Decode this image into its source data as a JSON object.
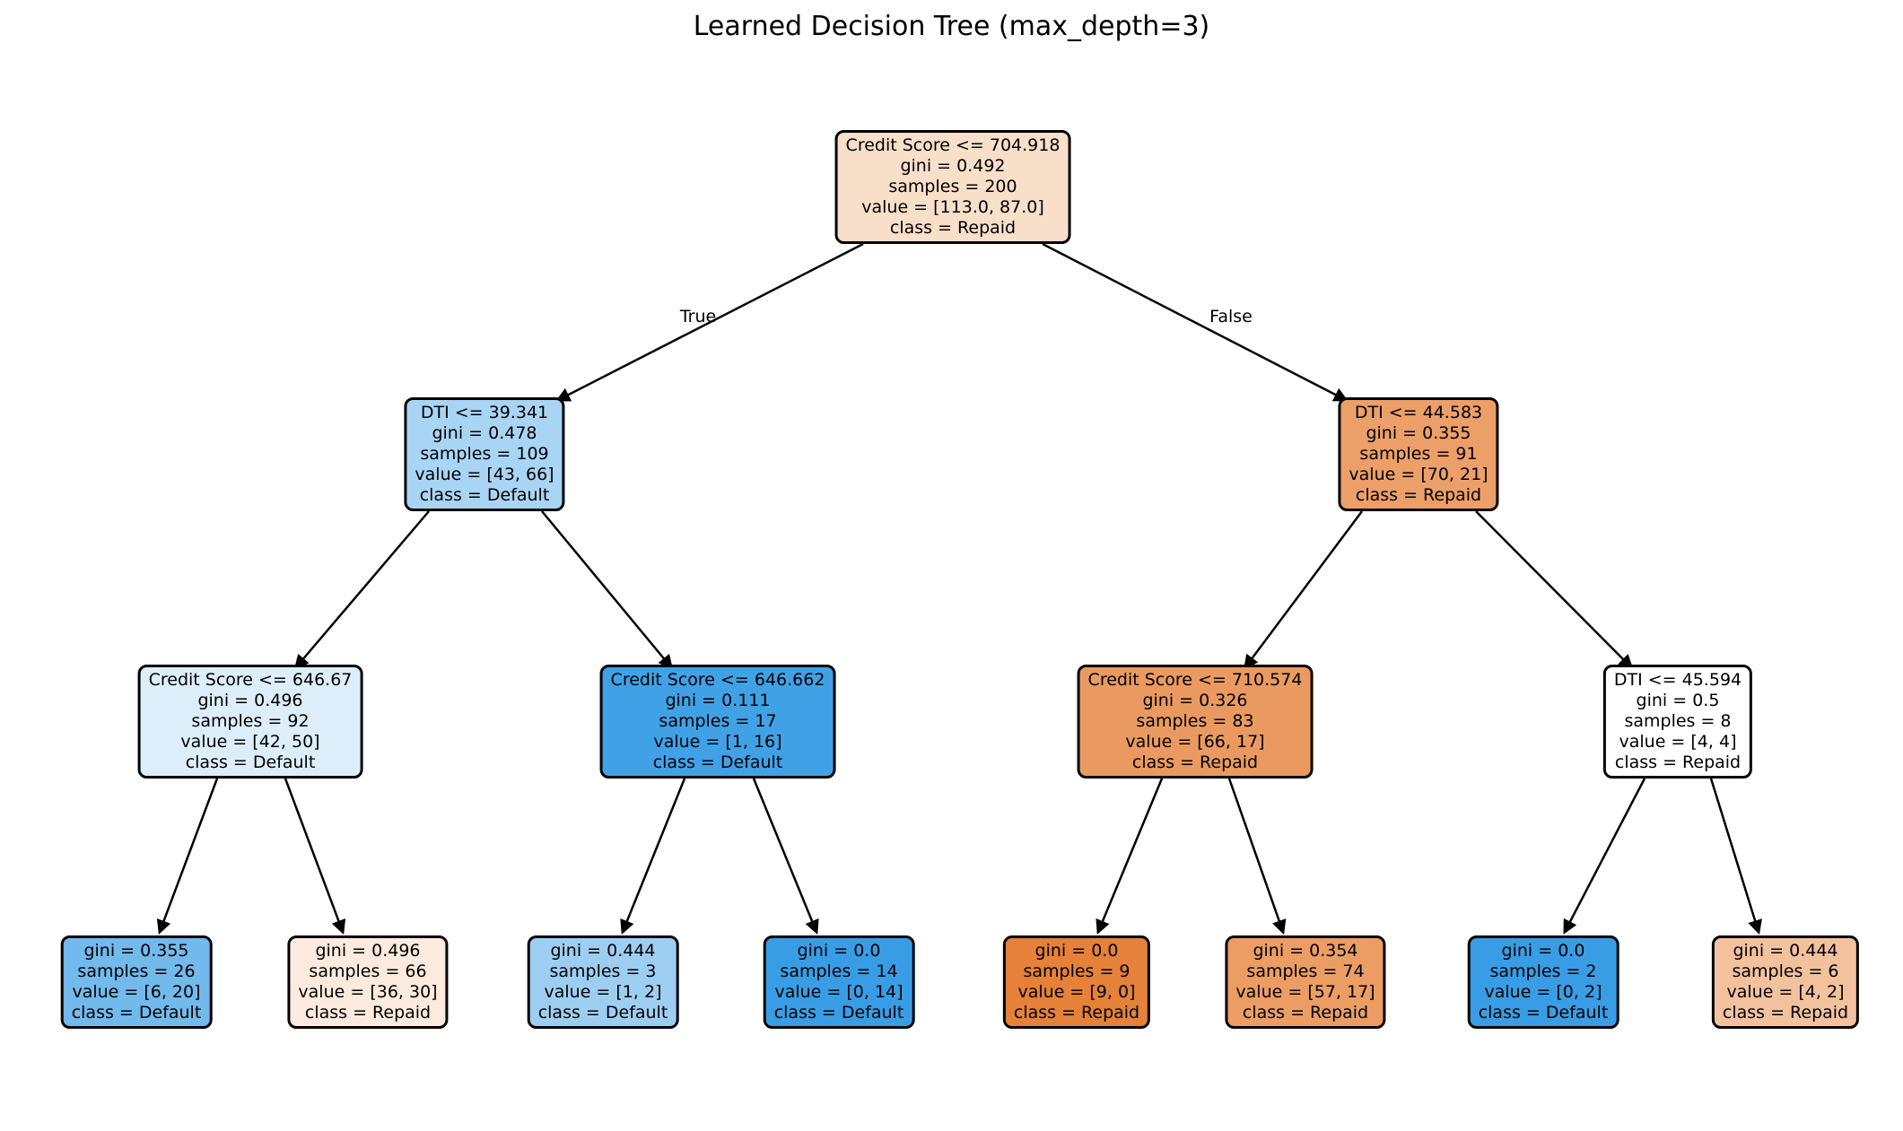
{
  "title": "Learned Decision Tree (max_depth=3)",
  "edge_labels": {
    "true": "True",
    "false": "False"
  },
  "colors": {
    "class_repaid_full": "#e58139",
    "class_default_full": "#399de5",
    "edge_stroke": "#000000",
    "node_border": "#000000"
  },
  "nodes": {
    "root": {
      "condition": "Credit Score <= 704.918",
      "gini": "gini = 0.492",
      "samples": "samples = 200",
      "value": "value = [113.0, 87.0]",
      "class": "class = Repaid",
      "fill": "#f8dfca"
    },
    "dti39": {
      "condition": "DTI <= 39.341",
      "gini": "gini = 0.478",
      "samples": "samples = 109",
      "value": "value = [43, 66]",
      "class": "class = Default",
      "fill": "#a9d5f4"
    },
    "dti44": {
      "condition": "DTI <= 44.583",
      "gini": "gini = 0.355",
      "samples": "samples = 91",
      "value": "value = [70, 21]",
      "class": "class = Repaid",
      "fill": "#ec9f68"
    },
    "cs64667": {
      "condition": "Credit Score <= 646.67",
      "gini": "gini = 0.496",
      "samples": "samples = 92",
      "value": "value = [42, 50]",
      "class": "class = Default",
      "fill": "#ddeefb"
    },
    "cs646662": {
      "condition": "Credit Score <= 646.662",
      "gini": "gini = 0.111",
      "samples": "samples = 17",
      "value": "value = [1, 16]",
      "class": "class = Default",
      "fill": "#41a1e6"
    },
    "cs710": {
      "condition": "Credit Score <= 710.574",
      "gini": "gini = 0.326",
      "samples": "samples = 83",
      "value": "value = [66, 17]",
      "class": "class = Repaid",
      "fill": "#ea9a60"
    },
    "dti45": {
      "condition": "DTI <= 45.594",
      "gini": "gini = 0.5",
      "samples": "samples = 8",
      "value": "value = [4, 4]",
      "class": "class = Repaid",
      "fill": "#ffffff"
    },
    "l1": {
      "gini": "gini = 0.355",
      "samples": "samples = 26",
      "value": "value = [6, 20]",
      "class": "class = Default",
      "fill": "#72b9ec"
    },
    "l2": {
      "gini": "gini = 0.496",
      "samples": "samples = 66",
      "value": "value = [36, 30]",
      "class": "class = Repaid",
      "fill": "#fbeadd"
    },
    "l3": {
      "gini": "gini = 0.444",
      "samples": "samples = 3",
      "value": "value = [1, 2]",
      "class": "class = Default",
      "fill": "#9dcef2"
    },
    "l4": {
      "gini": "gini = 0.0",
      "samples": "samples = 14",
      "value": "value = [0, 14]",
      "class": "class = Default",
      "fill": "#399de5"
    },
    "l5": {
      "gini": "gini = 0.0",
      "samples": "samples = 9",
      "value": "value = [9, 0]",
      "class": "class = Repaid",
      "fill": "#e58139"
    },
    "l6": {
      "gini": "gini = 0.354",
      "samples": "samples = 74",
      "value": "value = [57, 17]",
      "class": "class = Repaid",
      "fill": "#eb9d64"
    },
    "l7": {
      "gini": "gini = 0.0",
      "samples": "samples = 2",
      "value": "value = [0, 2]",
      "class": "class = Default",
      "fill": "#399de5"
    },
    "l8": {
      "gini": "gini = 0.444",
      "samples": "samples = 6",
      "value": "value = [4, 2]",
      "class": "class = Repaid",
      "fill": "#f3c19e"
    }
  }
}
